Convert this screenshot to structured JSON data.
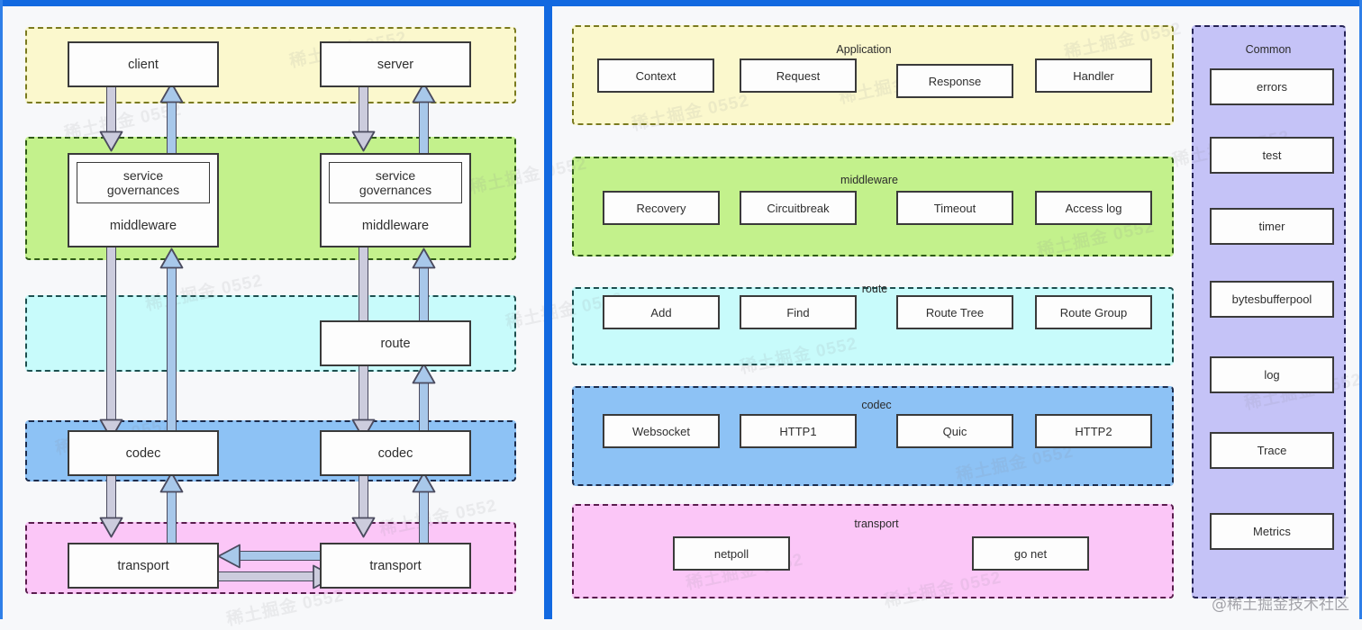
{
  "watermark": {
    "tile_text": "稀土掘金 0552",
    "corner_text": "@稀土掘金技术社区"
  },
  "colors": {
    "frame_blue": "#1269e0",
    "application": "#fbf8cd",
    "middleware": "#c3f18c",
    "route": "#c8fbfb",
    "codec": "#8dc2f5",
    "transport": "#fbc6f7",
    "common": "#c5c3f7",
    "arrow_down": "#ccccdd",
    "arrow_up": "#a8c8ea",
    "box_border": "#3a3a3a"
  },
  "left_panel": {
    "name": "request-flow-diagram",
    "bands": [
      {
        "id": "application",
        "title": "",
        "color": "application"
      },
      {
        "id": "middleware",
        "title": "",
        "color": "middleware"
      },
      {
        "id": "route",
        "title": "",
        "color": "route"
      },
      {
        "id": "codec",
        "title": "",
        "color": "codec"
      },
      {
        "id": "transport",
        "title": "",
        "color": "transport"
      }
    ],
    "nodes": {
      "client": "client",
      "server": "server",
      "client_governances": "service governances",
      "client_middleware": "middleware",
      "server_governances": "service governances",
      "server_middleware": "middleware",
      "route": "route",
      "client_codec": "codec",
      "server_codec": "codec",
      "client_transport": "transport",
      "server_transport": "transport"
    }
  },
  "right_panel": {
    "name": "component-layer-diagram",
    "layers": [
      {
        "id": "application",
        "title": "Application",
        "color": "application",
        "items": [
          "Context",
          "Request",
          "Response",
          "Handler"
        ]
      },
      {
        "id": "middleware",
        "title": "middleware",
        "color": "middleware",
        "items": [
          "Recovery",
          "Circuitbreak",
          "Timeout",
          "Access log"
        ]
      },
      {
        "id": "route",
        "title": "route",
        "color": "route",
        "items": [
          "Add",
          "Find",
          "Route Tree",
          "Route Group"
        ]
      },
      {
        "id": "codec",
        "title": "codec",
        "color": "codec",
        "items": [
          "Websocket",
          "HTTP1",
          "Quic",
          "HTTP2"
        ]
      },
      {
        "id": "transport",
        "title": "transport",
        "color": "transport",
        "items": [
          "netpoll",
          "go net"
        ]
      }
    ],
    "common": {
      "title": "Common",
      "color": "common",
      "items": [
        "errors",
        "test",
        "timer",
        "bytesbufferpool",
        "log",
        "Trace",
        "Metrics"
      ]
    }
  }
}
